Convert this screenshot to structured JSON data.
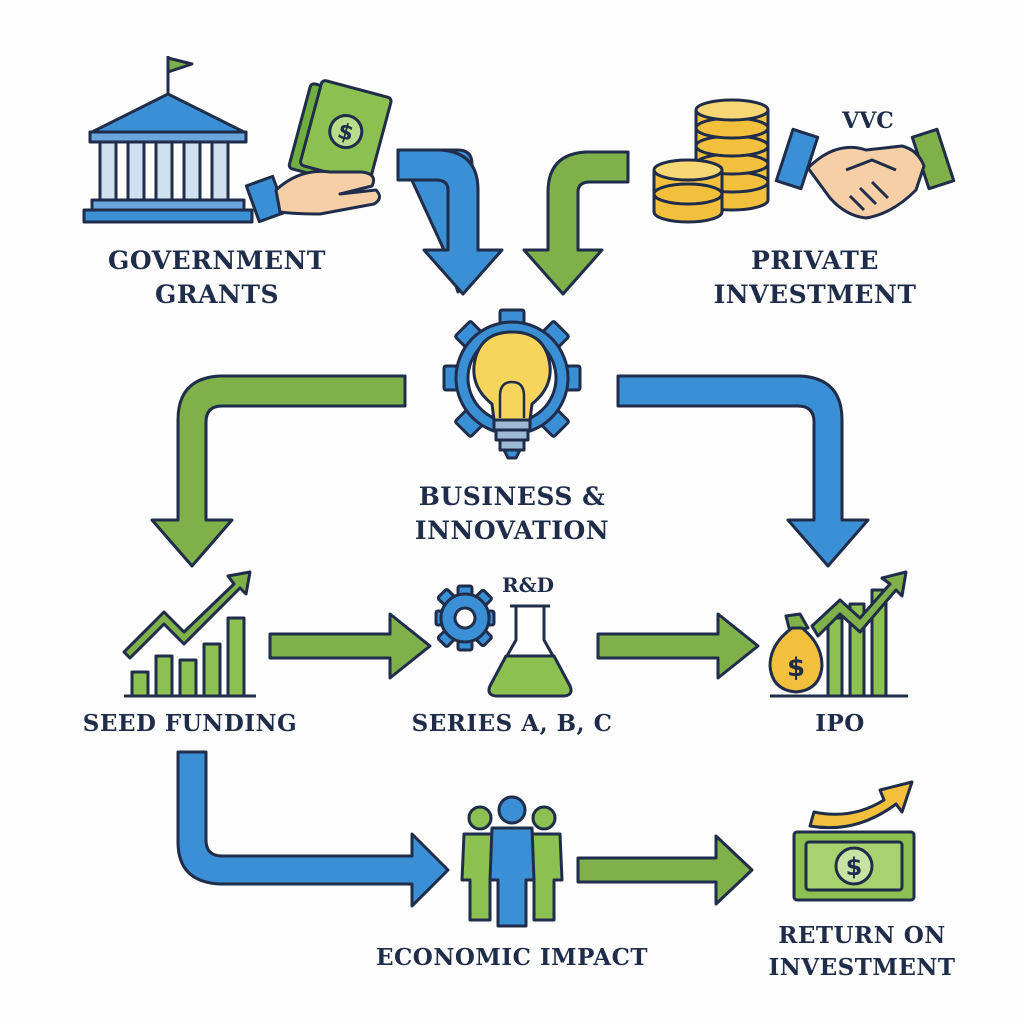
{
  "nodes": {
    "government_grants": {
      "line1": "GOVERNMENT",
      "line2": "GRANTS"
    },
    "private_investment": {
      "line1": "PRIVATE",
      "line2": "INVESTMENT"
    },
    "vc_badge": "VVC",
    "business_innovation": {
      "line1": "BUSINESS &",
      "line2": "INNOVATION"
    },
    "seed_funding": "SEED FUNDING",
    "rd_badge": "R&D",
    "series": "SERIES A, B, C",
    "ipo": "IPO",
    "economic_impact": "ECONOMIC IMPACT",
    "return_on_investment": {
      "line1": "RETURN ON",
      "line2": "INVESTMENT"
    }
  },
  "icons": {
    "bank": "bank-building-icon",
    "cash_hand": "cash-in-hand-icon",
    "coins": "coin-stacks-icon",
    "handshake": "handshake-icon",
    "innovation": "lightbulb-gear-icon",
    "seed": "growth-bar-chart-icon",
    "rd": "gear-flask-icon",
    "ipo": "money-bag-chart-icon",
    "people": "people-group-icon",
    "banknote": "banknote-icon"
  },
  "colors": {
    "blue": "#3b8fd4",
    "green": "#7fb04a",
    "navy": "#1f2d4a",
    "gold": "#f2c03d"
  }
}
